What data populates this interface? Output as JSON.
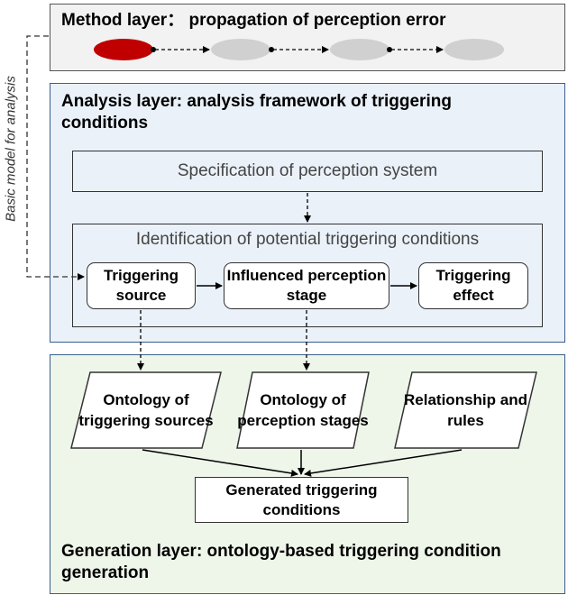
{
  "method_layer": {
    "title": "Method layer： propagation of perception error"
  },
  "analysis_layer": {
    "title": "Analysis layer: analysis framework of triggering conditions",
    "specification": "Specification of perception system",
    "identification": "Identification of potential triggering conditions",
    "triggering_source": "Triggering source",
    "influenced_stage": "Influenced perception stage",
    "triggering_effect": "Triggering effect"
  },
  "generation_layer": {
    "title": "Generation layer: ontology-based triggering condition generation",
    "ontology_sources": "Ontology of triggering sources",
    "ontology_stages": "Ontology of perception stages",
    "relationship_rules": "Relationship and rules",
    "generated": "Generated triggering conditions"
  },
  "side_label": "Basic model for analysis",
  "colors": {
    "active_node": "#c00000",
    "inactive_node": "#d0d0d0"
  }
}
